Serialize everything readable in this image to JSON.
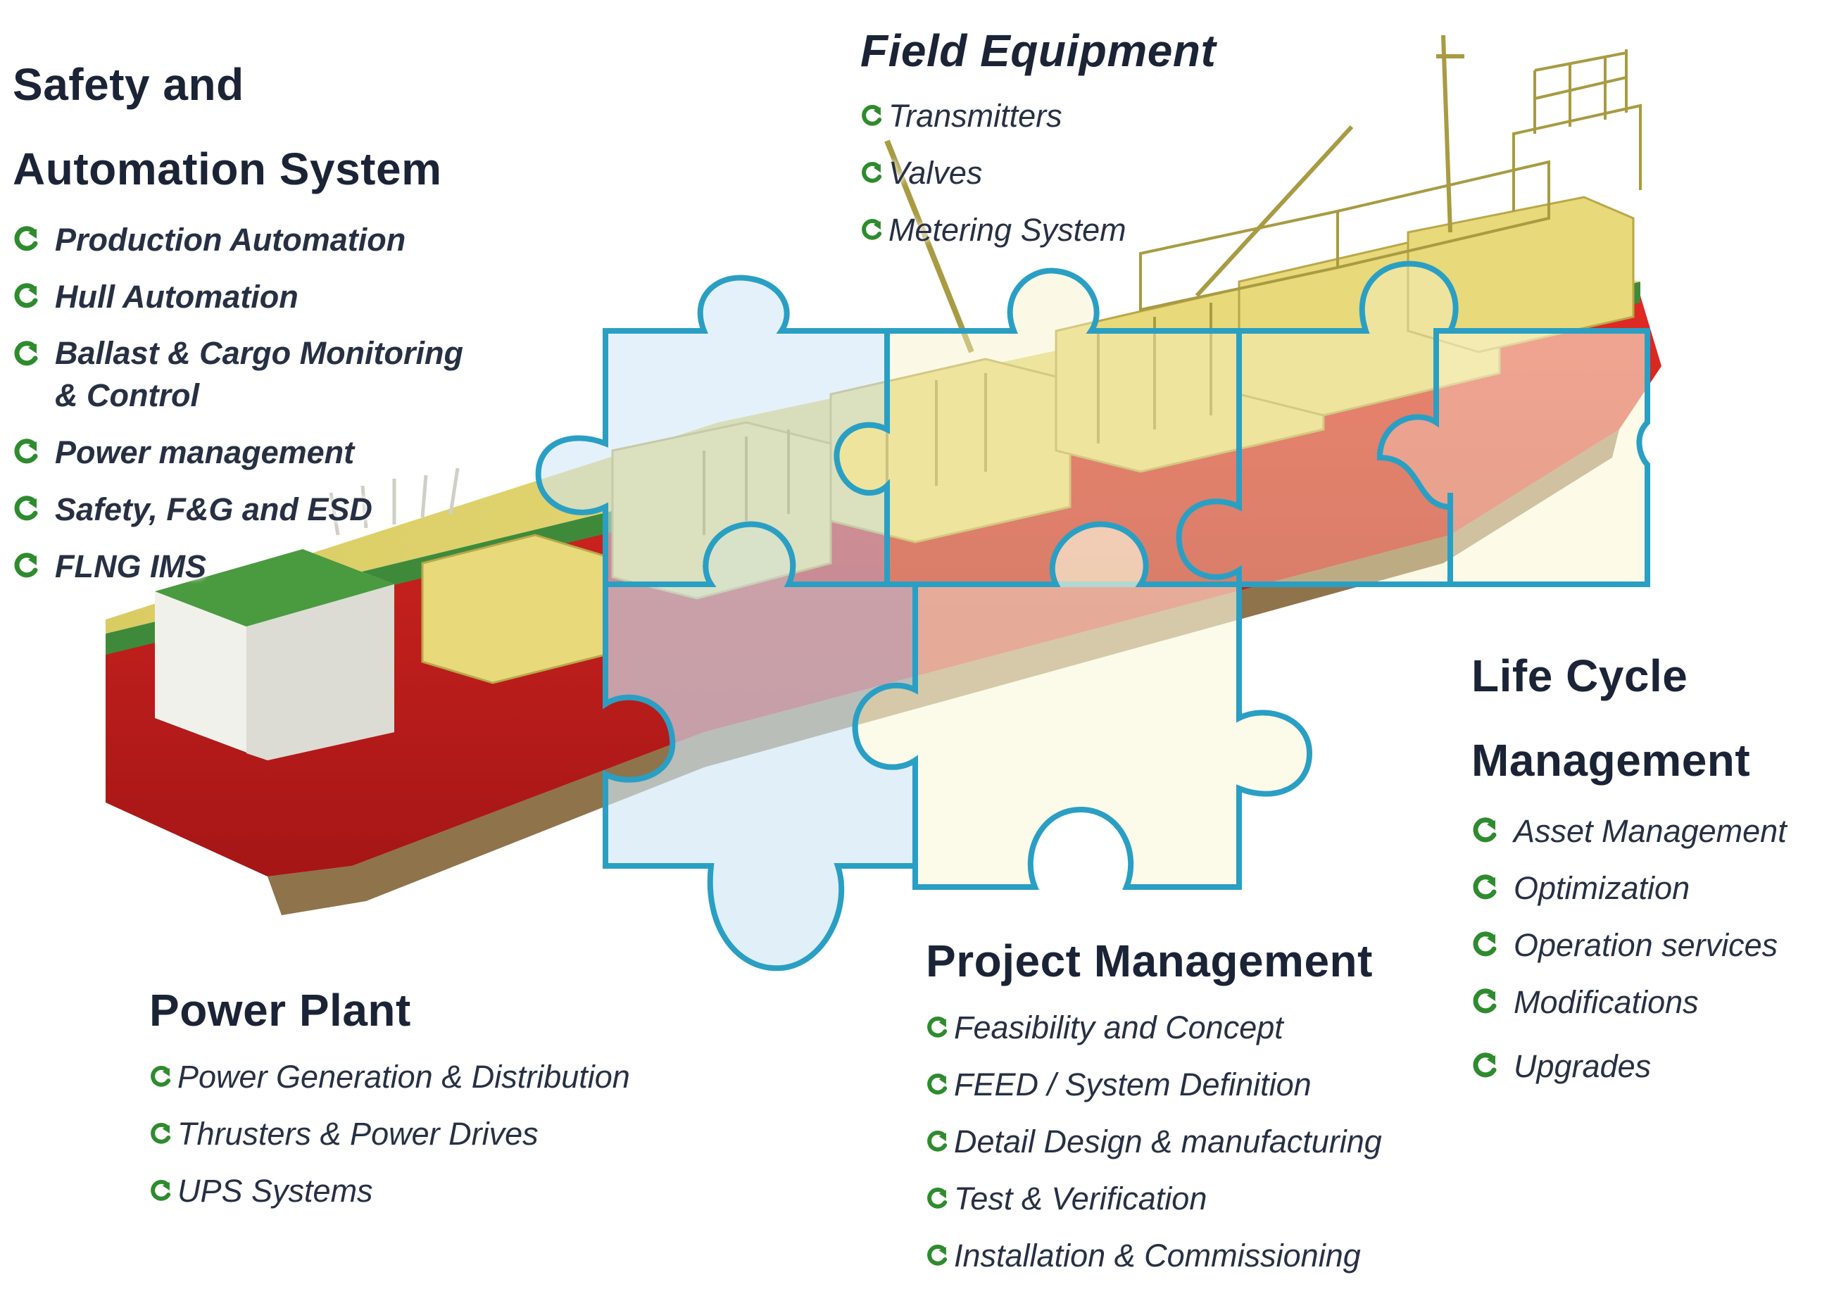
{
  "icons": {
    "bullet": "green-circular-arrow-icon",
    "ship": "flng-vessel-illustration",
    "puzzle": "puzzle-pieces-overlay"
  },
  "colors": {
    "heading_text": "#1b2436",
    "item_text": "#273043",
    "bullet_green": "#2e8b2e",
    "puzzle_outline": "#2a9fc4",
    "puzzle_fill": "#cfe6f5",
    "hull_red": "#d41f1f",
    "deck_yellow": "#e5d36c",
    "deck_green": "#3f8a3a"
  },
  "sections": {
    "safety": {
      "title_line1": "Safety and",
      "title_line2": "Automation System",
      "items": [
        "Production Automation",
        "Hull Automation",
        "Ballast & Cargo Monitoring",
        "& Control",
        "Power management",
        "Safety, F&G and ESD",
        "FLNG IMS"
      ]
    },
    "field": {
      "title": "Field Equipment",
      "items": [
        "Transmitters",
        "Valves",
        "Metering System"
      ]
    },
    "lifecycle": {
      "title_line1": "Life Cycle",
      "title_line2": "Management",
      "items": [
        "Asset Management",
        "Optimization",
        "Operation services",
        "Modifications",
        "Upgrades"
      ]
    },
    "power": {
      "title": "Power Plant",
      "items": [
        "Power Generation & Distribution",
        "Thrusters & Power Drives",
        "UPS Systems"
      ]
    },
    "project": {
      "title": "Project Management",
      "items": [
        "Feasibility and Concept",
        "FEED / System Definition",
        "Detail Design & manufacturing",
        "Test & Verification",
        "Installation & Commissioning"
      ]
    }
  }
}
